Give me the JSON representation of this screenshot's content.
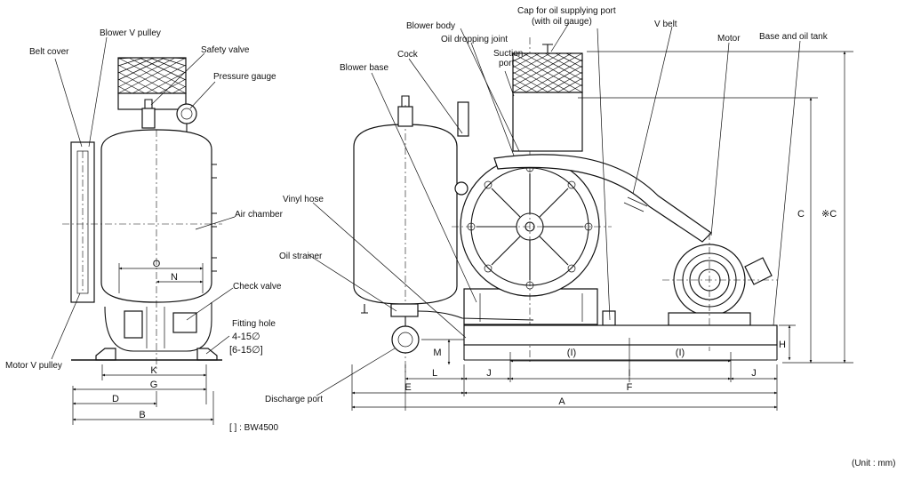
{
  "left_view_labels": {
    "belt_cover": "Belt cover",
    "blower_v_pulley": "Blower V pulley",
    "safety_valve": "Safety valve",
    "pressure_gauge": "Pressure gauge",
    "air_chamber": "Air chamber",
    "check_valve": "Check valve",
    "fitting_hole_title": "Fitting hole",
    "fitting_hole_main": "4-15∅",
    "fitting_hole_alt": "[6-15∅]",
    "motor_v_pulley": "Motor V pulley"
  },
  "right_view_labels": {
    "blower_body": "Blower body",
    "cap_line1": "Cap for oil supplying port",
    "cap_line2": "(with oil gauge)",
    "oil_dropping_joint": "Oil dropping joint",
    "v_belt": "V belt",
    "motor": "Motor",
    "base_and_oil_tank": "Base and oil tank",
    "cock": "Cock",
    "suction_port_line1": "Suction",
    "suction_port_line2": "port",
    "blower_base": "Blower base",
    "vinyl_hose": "Vinyl hose",
    "oil_strainer": "Oil strainer",
    "discharge_port": "Discharge port"
  },
  "dimensions": {
    "O": "O",
    "N": "N",
    "K": "K",
    "G": "G",
    "D": "D",
    "B": "B",
    "M": "M",
    "L": "L",
    "E": "E",
    "J_left": "J",
    "J_right": "J",
    "F": "F",
    "A": "A",
    "I_center": "I",
    "I_bracket_left": "(I)",
    "I_bracket_right": "(I)",
    "H": "H",
    "C": "C",
    "C_alt": "※C"
  },
  "notes": {
    "bracket_note": "[ ] : BW4500",
    "unit": "(Unit : mm)"
  }
}
